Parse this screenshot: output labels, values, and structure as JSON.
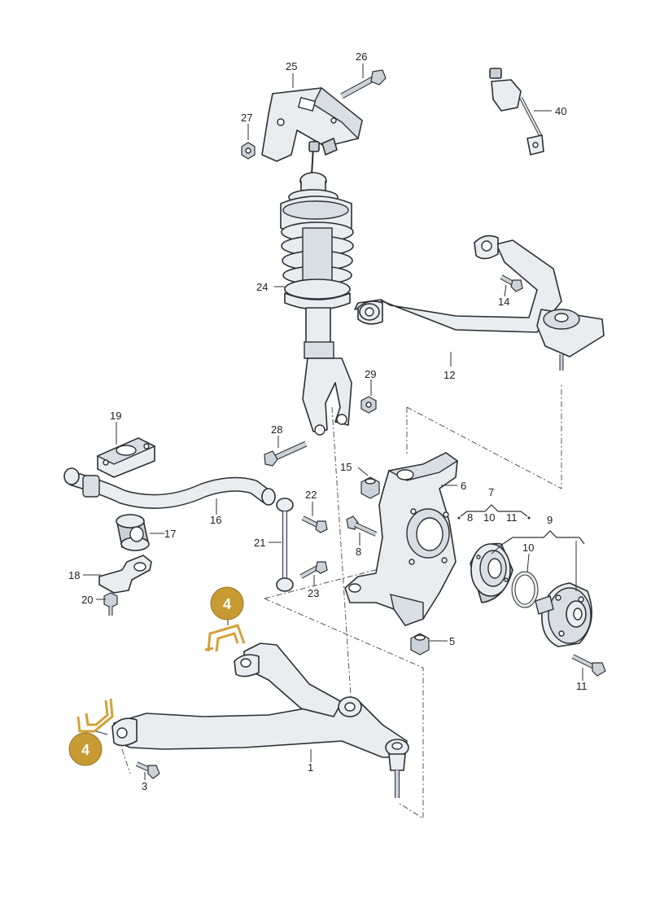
{
  "callouts": {
    "c1": "1",
    "c3": "3",
    "c5": "5",
    "c6": "6",
    "c7": "7",
    "c8a": "8",
    "c8b": "8",
    "c9": "9",
    "c10a": "10",
    "c10b": "10",
    "c11a": "11",
    "c11b": "11",
    "c12": "12",
    "c14": "14",
    "c15": "15",
    "c16": "16",
    "c17": "17",
    "c18": "18",
    "c19": "19",
    "c20": "20",
    "c21": "21",
    "c22": "22",
    "c23": "23",
    "c24": "24",
    "c25": "25",
    "c26": "26",
    "c27": "27",
    "c28": "28",
    "c29": "29",
    "c40": "40"
  },
  "badges": {
    "upper": "4",
    "lower": "4"
  },
  "colors": {
    "badge": "#c79a33",
    "highlight": "#d3a13a",
    "line": "#2b2f33"
  }
}
